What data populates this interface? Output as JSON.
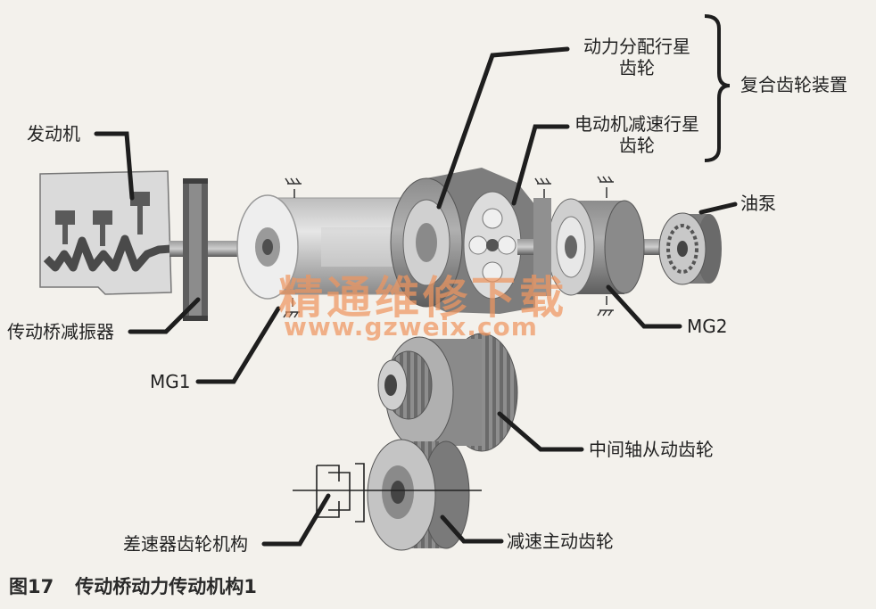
{
  "labels": {
    "engine": "发动机",
    "damper": "传动桥减振器",
    "mg1": "MG1",
    "mg2": "MG2",
    "power_split_line1": "动力分配行星",
    "power_split_line2": "齿轮",
    "motor_reduction_line1": "电动机减速行星",
    "motor_reduction_line2": "齿轮",
    "compound_gear": "复合齿轮装置",
    "oil_pump": "油泵",
    "counter_driven_gear": "中间轴从动齿轮",
    "differential": "差速器齿轮机构",
    "reduction_drive_gear": "减速主动齿轮"
  },
  "caption": {
    "number": "图17",
    "title": "传动桥动力传动机构1"
  },
  "watermark": {
    "cn": "精通维修下载",
    "url": "www.gzweix.com"
  },
  "colors": {
    "background": "#f3f1ec",
    "component_dark": "#6f6f6f",
    "component_mid": "#9c9c9c",
    "component_light": "#d6d6d6",
    "leader": "#1e1e1e",
    "watermark": "#ee965f"
  }
}
